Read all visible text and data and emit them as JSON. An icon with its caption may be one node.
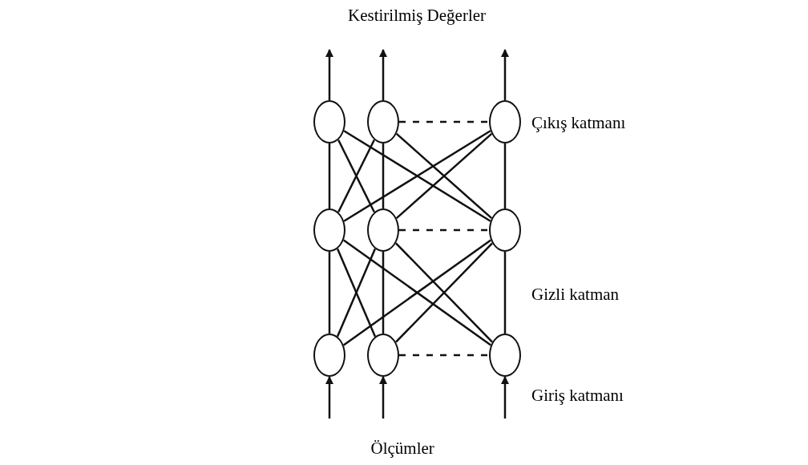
{
  "diagram": {
    "nodes": [
      {
        "text": [],
        "shape": "circle"
      },
      {
        "text": [],
        "shape": "circle"
      },
      {
        "text": [],
        "shape": "circle"
      },
      {
        "text": [],
        "shape": "circle"
      },
      {
        "text": [],
        "shape": "circle"
      },
      {
        "text": [],
        "shape": "circle"
      },
      {
        "text": [],
        "shape": "circle"
      },
      {
        "text": [],
        "shape": "circle"
      },
      {
        "text": [],
        "shape": "circle"
      }
    ],
    "edges": [
      {
        "from": 0,
        "to": null,
        "arrow": "to"
      },
      {
        "from": 1,
        "to": null,
        "arrow": "to"
      },
      {
        "from": 2,
        "to": null,
        "arrow": "to"
      },
      {
        "from": 1,
        "to": 2,
        "arrow": "none",
        "style": "dashed"
      },
      {
        "from": 3,
        "to": 0,
        "arrow": "none"
      },
      {
        "from": 3,
        "to": 1,
        "arrow": "none"
      },
      {
        "from": 3,
        "to": 2,
        "arrow": "none"
      },
      {
        "from": 4,
        "to": 0,
        "arrow": "none"
      },
      {
        "from": 4,
        "to": 1,
        "arrow": "none"
      },
      {
        "from": 4,
        "to": 2,
        "arrow": "none"
      },
      {
        "from": 5,
        "to": 0,
        "arrow": "none"
      },
      {
        "from": 5,
        "to": 1,
        "arrow": "none"
      },
      {
        "from": 5,
        "to": 2,
        "arrow": "none"
      },
      {
        "from": 4,
        "to": 5,
        "arrow": "none",
        "style": "dashed"
      },
      {
        "from": 6,
        "to": 3,
        "arrow": "none"
      },
      {
        "from": 6,
        "to": 4,
        "arrow": "none"
      },
      {
        "from": 6,
        "to": 5,
        "arrow": "none"
      },
      {
        "from": 7,
        "to": 3,
        "arrow": "none"
      },
      {
        "from": 7,
        "to": 4,
        "arrow": "none"
      },
      {
        "from": 7,
        "to": 5,
        "arrow": "none"
      },
      {
        "from": 8,
        "to": 3,
        "arrow": "none"
      },
      {
        "from": 8,
        "to": 4,
        "arrow": "none"
      },
      {
        "from": 8,
        "to": 5,
        "arrow": "none"
      },
      {
        "from": 7,
        "to": 8,
        "arrow": "none",
        "style": "dashed"
      },
      {
        "from": null,
        "to": 6,
        "arrow": "to"
      },
      {
        "from": null,
        "to": 7,
        "arrow": "to"
      },
      {
        "from": null,
        "to": 8,
        "arrow": "to"
      }
    ],
    "labels": [
      "Kestirilmiş Değerler",
      "Çıkış katmanı",
      "Gizli katman",
      "Giriş katmanı",
      "Ölçümler"
    ]
  }
}
